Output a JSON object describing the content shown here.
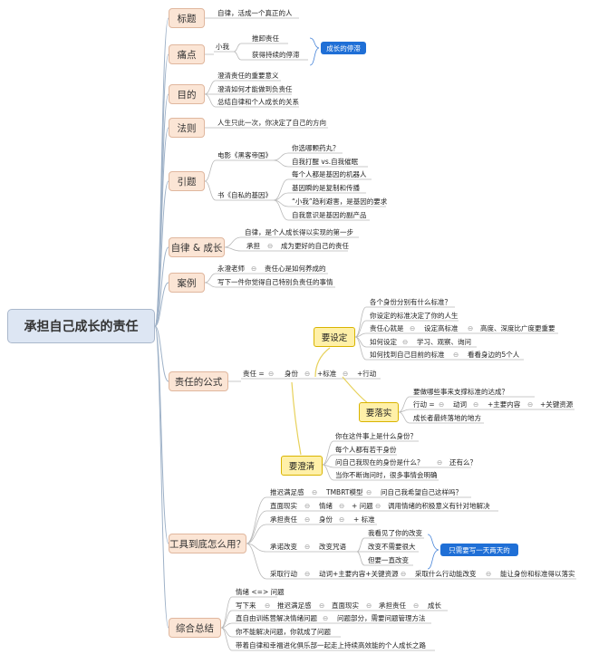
{
  "root": "承担自己成长的责任",
  "topics": {
    "title": {
      "label": "标题",
      "text": "自律，活成一个真正的人"
    },
    "pain": {
      "label": "痛点",
      "sub": "小我",
      "items": [
        "推卸责任",
        "获得持续的停滞"
      ],
      "callout": "成长的停滞"
    },
    "goal": {
      "label": "目的",
      "items": [
        "澄清责任的重要意义",
        "澄清如何才能做到负责任",
        "总结自律和个人成长的关系"
      ]
    },
    "rule": {
      "label": "法则",
      "text": "人生只此一次，你决定了自己的方向"
    },
    "intro": {
      "label": "引题",
      "movie": "电影《黑客帝国》",
      "movie_items": [
        "你选哪颗药丸？",
        "自我打醒 vs.自我催眠"
      ],
      "book": "书《自私的基因》",
      "book_items": [
        "每个人都是基因的机器人",
        "基因瞬的是复制和传播",
        "“小我”趋利避害，是基因的要求",
        "自我意识是基因的副产品"
      ]
    },
    "growth": {
      "label": "自律 & 成长",
      "item1": "自律，是个人成长得以实现的第一步",
      "item2_a": "承担",
      "item2_b": "成为更好的自己的责任"
    },
    "case": {
      "label": "案例",
      "item1_a": "永澄老师",
      "item1_b": "责任心是如何养成的",
      "item2": "写下一件你觉得自己特别负责任的事情"
    },
    "formula": {
      "label": "责任的公式",
      "f_lead": "责任 =",
      "f1": "身份",
      "f2": "+标准",
      "f3": "+行动",
      "set_label": "要设定",
      "set_items": [
        "各个身份分别有什么标准？",
        "你设定的标准决定了你的人生"
      ],
      "set_row3_a": "责任心就是",
      "set_row3_b": "设定高标准",
      "set_row3_c": "高度、深度比广度更重要",
      "set_row4_a": "如何设定",
      "set_row4_b": "学习、观察、询问",
      "set_row5_a": "如何找到自己目前的标准",
      "set_row5_b": "看看身边的5个人",
      "land_label": "要落实",
      "land_item1": "要做哪些事来支撑标准的达成？",
      "land_row2_a": "行动 =",
      "land_row2_b": "动词",
      "land_row2_c": "+主要内容",
      "land_row2_d": "+关键资源",
      "land_item3": "成长者最终落地的地方",
      "clarify_label": "要澄清",
      "clarify_item1": "你在这件事上是什么身份？",
      "clarify_item2": "每个人都有若干身份",
      "clarify_row3_a": "问自己我现在的身份是什么？",
      "clarify_row3_b": "还有么？",
      "clarify_item4": "当你不断询问时，很多事情会明确"
    },
    "tools": {
      "label": "工具到底怎么用？",
      "r1": [
        "推迟满足感",
        "TMBRT模型",
        "问自己我希望自己这样吗？"
      ],
      "r2": [
        "直面现实",
        "情绪",
        "+ 问题",
        "调用情绪的积极意义有针对地解决"
      ],
      "r3": [
        "承担责任",
        "身份",
        "+ 标准"
      ],
      "r4_a": "承诺改变",
      "r4_b": "改变咒语",
      "r4_items": [
        "我看见了你的改变",
        "改变不需要很大",
        "但要一直改变"
      ],
      "r4_callout": "只需要写一天两天的",
      "r5": [
        "采取行动",
        "动词+主要内容+关键资源",
        "采取什么行动能改变",
        "能让身份和标准得以落实"
      ]
    },
    "summary": {
      "label": "综合总结",
      "r1": "情绪 <=> 问题",
      "r2": [
        "写下来",
        "推迟满足感",
        "直面现实",
        "承担责任",
        "成长"
      ],
      "r3_a": "直自由训练营解决情绪问题",
      "r3_b": "问题部分，需要问题管理方法",
      "r4": "你不能解决问题，你就成了问题",
      "r5": "带着自律和幸福进化俱乐部一起走上持续高效能的个人成长之路"
    }
  }
}
